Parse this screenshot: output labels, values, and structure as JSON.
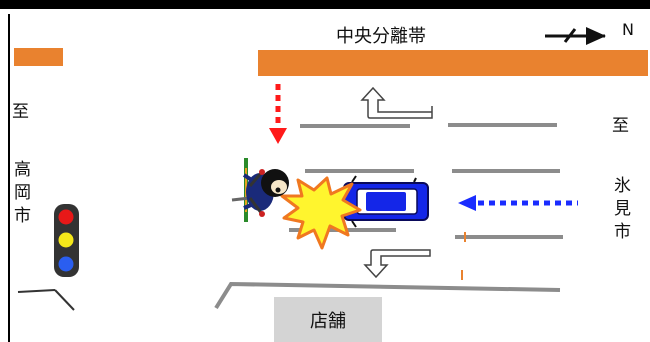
{
  "labels": {
    "median": "中央分離帯",
    "north": "N",
    "left_to": "至",
    "left_city": "高岡市",
    "right_to": "至",
    "right_city": "氷見市",
    "shop": "店舗"
  },
  "colors": {
    "median_orange": "#e9822f",
    "lane_gray": "#8c8c8c",
    "car_blue": "#1426e8",
    "red_arrow": "#ff1a1a",
    "blue_arrow": "#1a2cff",
    "collision_yellow": "#fff52e",
    "signal_red": "#e81818",
    "signal_yellow": "#f5e81a",
    "signal_blue": "#2a5ef0",
    "shop_gray": "#d4d4d4"
  },
  "icons": [
    "north-arrow-icon",
    "traffic-signal-icon",
    "car-icon",
    "cyclist-icon",
    "collision-burst-icon",
    "left-turn-arrow-icon",
    "right-turn-arrow-icon"
  ]
}
